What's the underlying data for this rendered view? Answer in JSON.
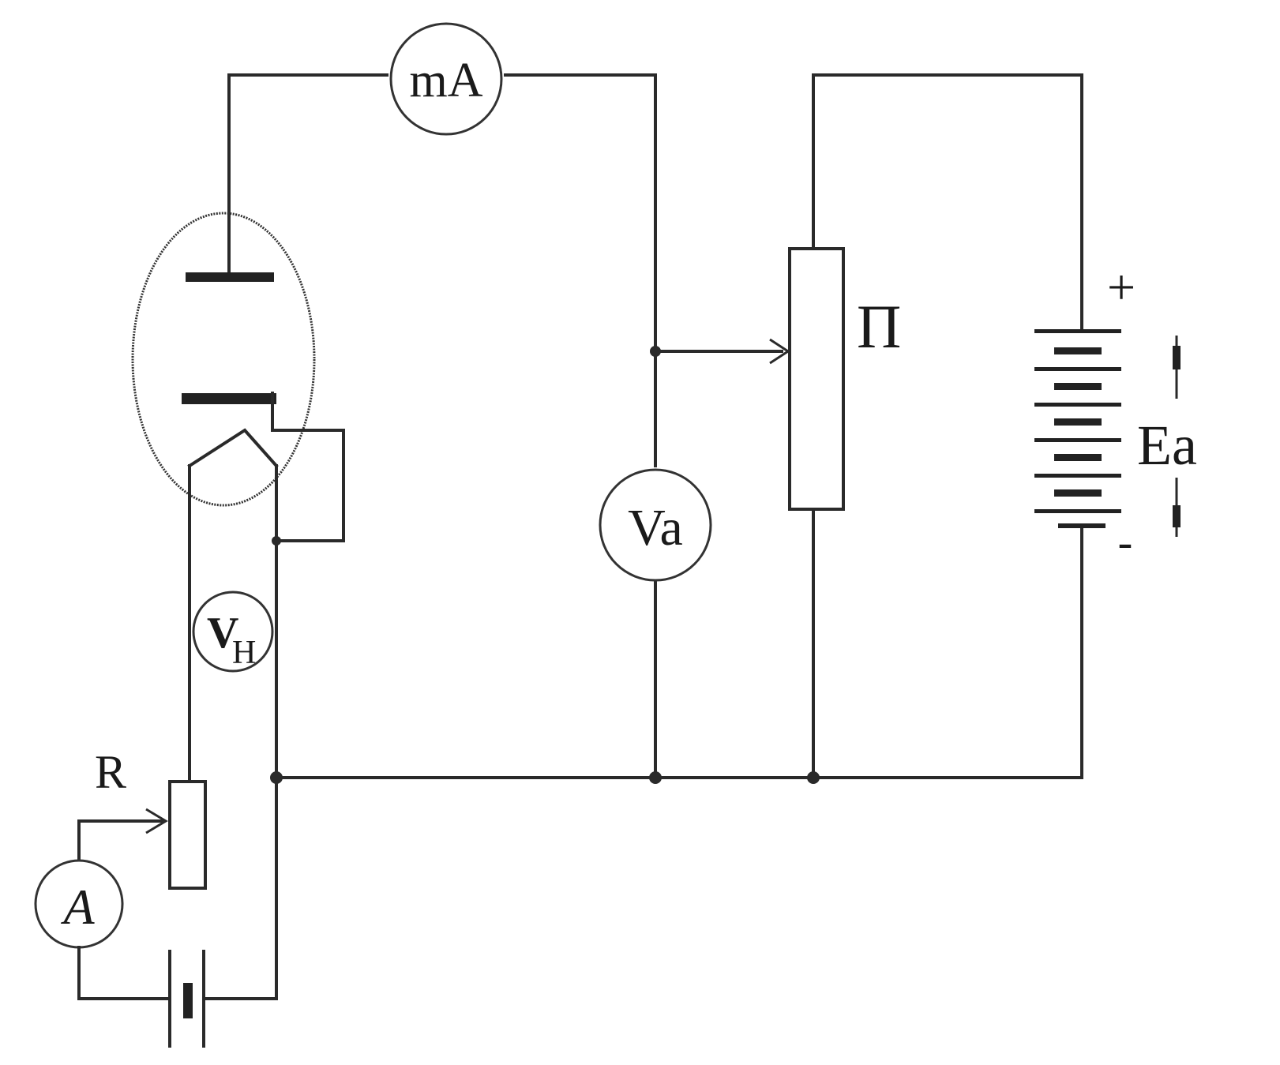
{
  "meters": {
    "milliammeter": "mA",
    "anode_voltmeter": "Va",
    "heater_voltmeter": "V",
    "heater_voltmeter_sub": "H",
    "ammeter": "A"
  },
  "labels": {
    "rheostat": "R",
    "potentiometer": "П",
    "battery": "Ea",
    "plus": "+",
    "minus": "-"
  }
}
